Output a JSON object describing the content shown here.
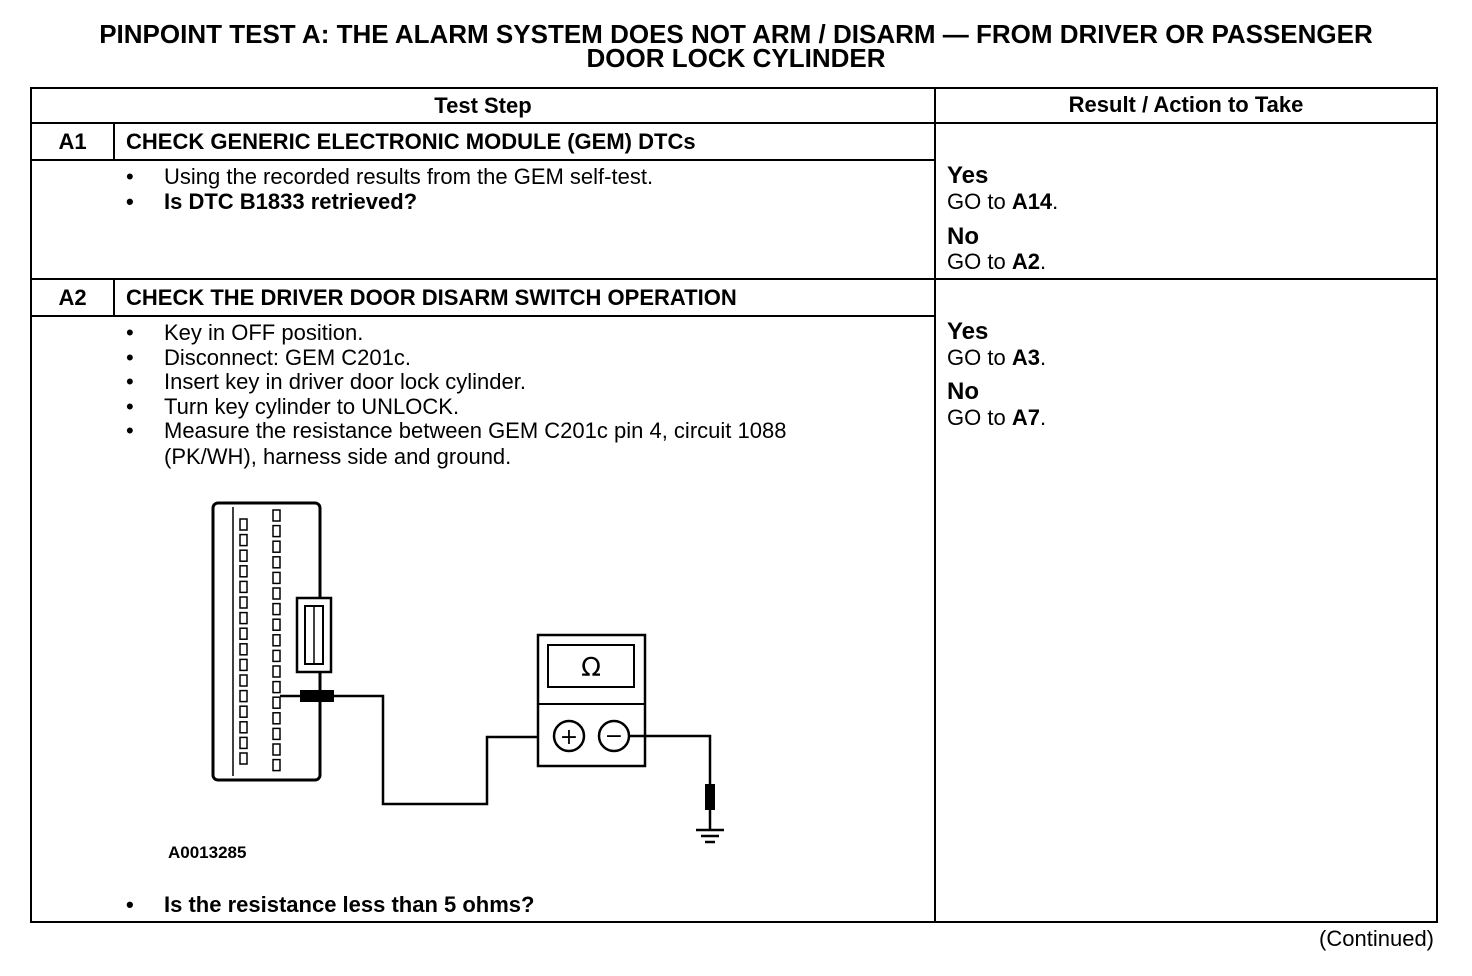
{
  "title": {
    "line1": "PINPOINT TEST  A: THE ALARM SYSTEM DOES NOT ARM / DISARM — FROM DRIVER OR PASSENGER",
    "line2": "DOOR LOCK CYLINDER"
  },
  "table": {
    "headers": {
      "step": "Test Step",
      "result": "Result / Action to Take"
    },
    "steps": [
      {
        "id": "A1",
        "title": "CHECK GENERIC ELECTRONIC MODULE (GEM) DTCs",
        "bullets": [
          "Using the recorded results from the GEM self-test.",
          "Is DTC B1833 retrieved?"
        ],
        "results": [
          {
            "label": "Yes",
            "go": "GO to",
            "target": "A14",
            "end": "."
          },
          {
            "label": "No",
            "go": "GO to",
            "target": "A2",
            "end": "."
          }
        ]
      },
      {
        "id": "A2",
        "title": "CHECK THE DRIVER DOOR DISARM SWITCH OPERATION",
        "bullets": [
          "Key in OFF position.",
          "Disconnect: GEM C201c.",
          "Insert key in driver door lock cylinder.",
          "Turn key cylinder to UNLOCK.",
          "Measure the resistance between GEM C201c pin 4, circuit 1088",
          "(PK/WH), harness side and ground."
        ],
        "question": "Is the resistance less than 5 ohms?",
        "figure_id": "A0013285",
        "meter_symbol": "Ω",
        "meter_plus": "+",
        "meter_minus": "−",
        "results": [
          {
            "label": "Yes",
            "go": "GO to",
            "target": "A3",
            "end": "."
          },
          {
            "label": "No",
            "go": "GO to",
            "target": "A7",
            "end": "."
          }
        ]
      }
    ]
  },
  "footer": {
    "continued": "(Continued)"
  }
}
